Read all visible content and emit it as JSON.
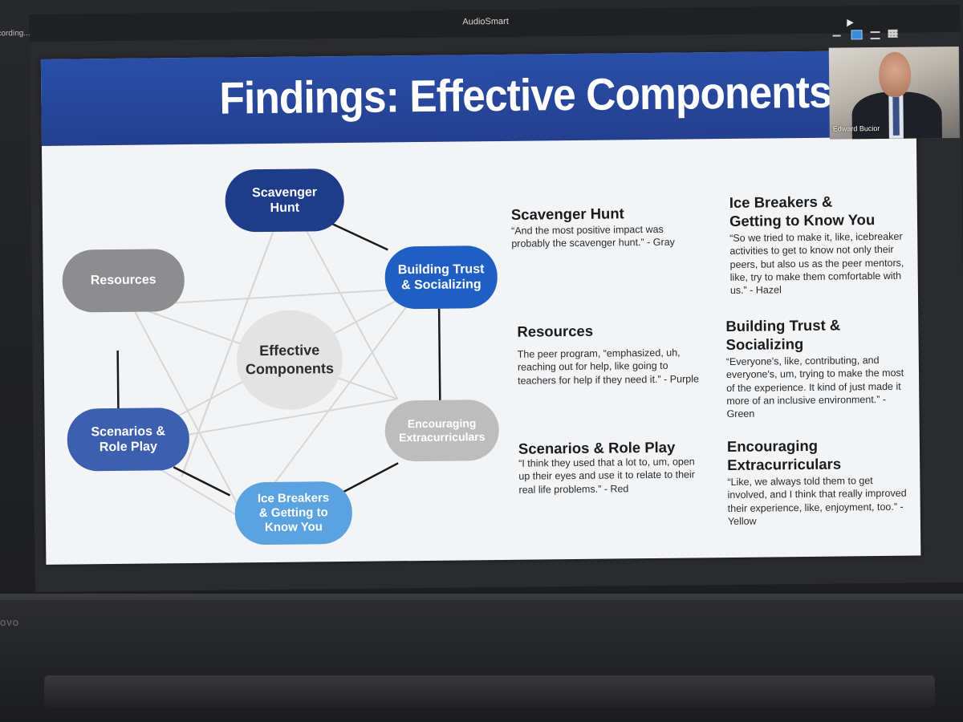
{
  "window": {
    "recording_text": "cording...",
    "app_title": "AudioSmart"
  },
  "video": {
    "participant_name": "Edward Bucior"
  },
  "slide": {
    "title": "Findings: Effective Components",
    "center": "Effective\nComponents",
    "nodes": [
      {
        "id": "scavenger",
        "label": "Scavenger\nHunt",
        "color": "#1f3c8a"
      },
      {
        "id": "trust",
        "label": "Building Trust\n& Socializing",
        "color": "#1f5fc4"
      },
      {
        "id": "encouraging",
        "label": "Encouraging\nExtracurriculars",
        "color": "#bdbdbd"
      },
      {
        "id": "icebreakers",
        "label": "Ice Breakers\n& Getting to\nKnow You",
        "color": "#5aa2e0"
      },
      {
        "id": "scenarios",
        "label": "Scenarios &\nRole Play",
        "color": "#3c5fb0"
      },
      {
        "id": "resources",
        "label": "Resources",
        "color": "#8d8d8f"
      }
    ],
    "findings": [
      {
        "heading": "Scavenger Hunt",
        "quote": "“And the most positive impact was probably the scavenger hunt.” - Gray"
      },
      {
        "heading": "Resources",
        "quote": "The peer program, “emphasized, uh, reaching out for help, like going to teachers for help if they need it.” - Purple"
      },
      {
        "heading": "Scenarios & Role Play",
        "quote": "“I think they used that a lot to, um, open up their eyes and use it to relate to their real life problems.” - Red"
      },
      {
        "heading": "Ice Breakers &\nGetting to Know You",
        "quote": "“So we tried to make it, like, icebreaker activities to get to know not only their peers, but also us as the peer mentors, like, try to make them comfortable with us.” - Hazel"
      },
      {
        "heading": "Building Trust &\nSocializing",
        "quote": "“Everyone's, like, contributing, and everyone's, um, trying to make the most of the experience. It kind of just made it more of an inclusive environment.” - Green"
      },
      {
        "heading": "Encouraging\nExtracurriculars",
        "quote": "“Like, we always told them to get involved, and I think that really improved their experience, like, enjoyment, too.” - Yellow"
      }
    ]
  },
  "laptop": {
    "brand_text": "ovo"
  }
}
